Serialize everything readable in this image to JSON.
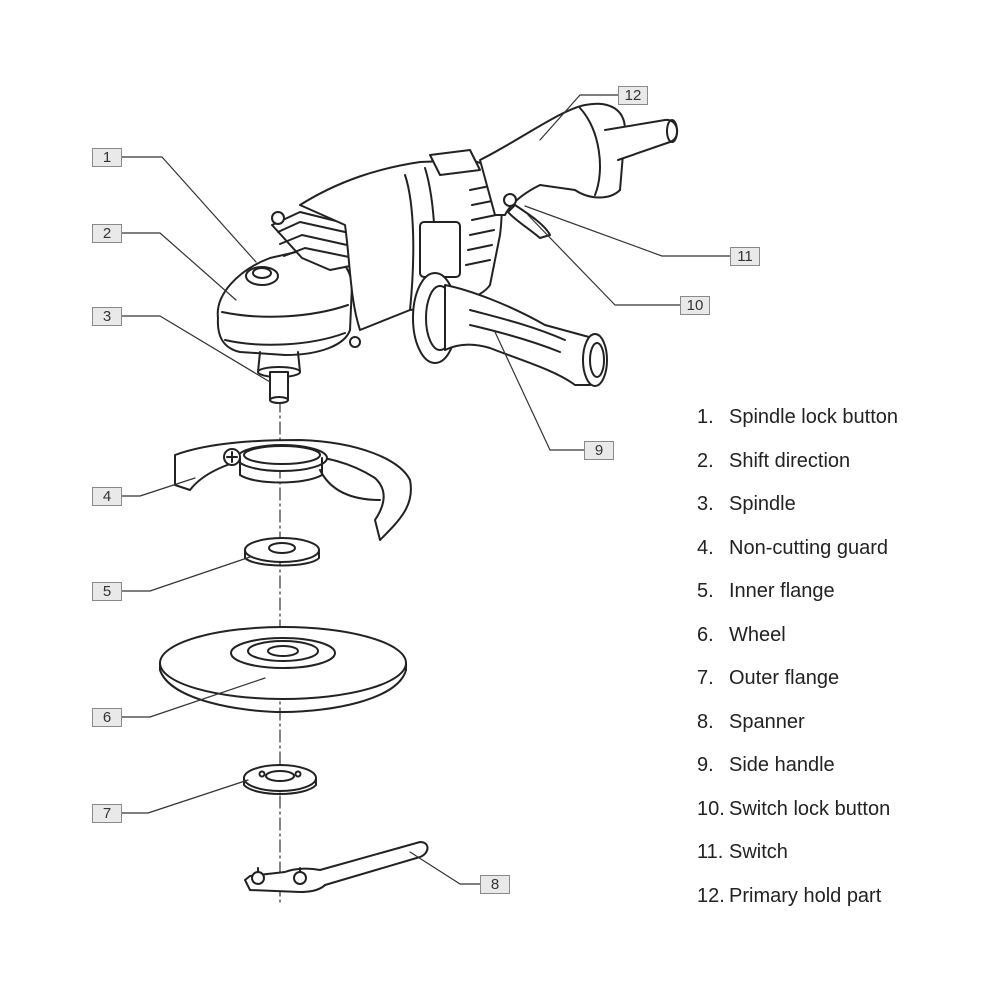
{
  "callouts": [
    {
      "num": "1"
    },
    {
      "num": "2"
    },
    {
      "num": "3"
    },
    {
      "num": "4"
    },
    {
      "num": "5"
    },
    {
      "num": "6"
    },
    {
      "num": "7"
    },
    {
      "num": "8"
    },
    {
      "num": "9"
    },
    {
      "num": "10"
    },
    {
      "num": "11"
    },
    {
      "num": "12"
    }
  ],
  "legend": [
    {
      "num": "1.",
      "label": "Spindle lock button"
    },
    {
      "num": "2.",
      "label": "Shift direction"
    },
    {
      "num": "3.",
      "label": "Spindle"
    },
    {
      "num": "4.",
      "label": "Non-cutting guard"
    },
    {
      "num": "5.",
      "label": "Inner flange"
    },
    {
      "num": "6.",
      "label": "Wheel"
    },
    {
      "num": "7.",
      "label": "Outer flange"
    },
    {
      "num": "8.",
      "label": "Spanner"
    },
    {
      "num": "9.",
      "label": "Side handle"
    },
    {
      "num": "10.",
      "label": "Switch lock button"
    },
    {
      "num": "11.",
      "label": "Switch"
    },
    {
      "num": "12.",
      "label": "Primary hold part"
    }
  ]
}
